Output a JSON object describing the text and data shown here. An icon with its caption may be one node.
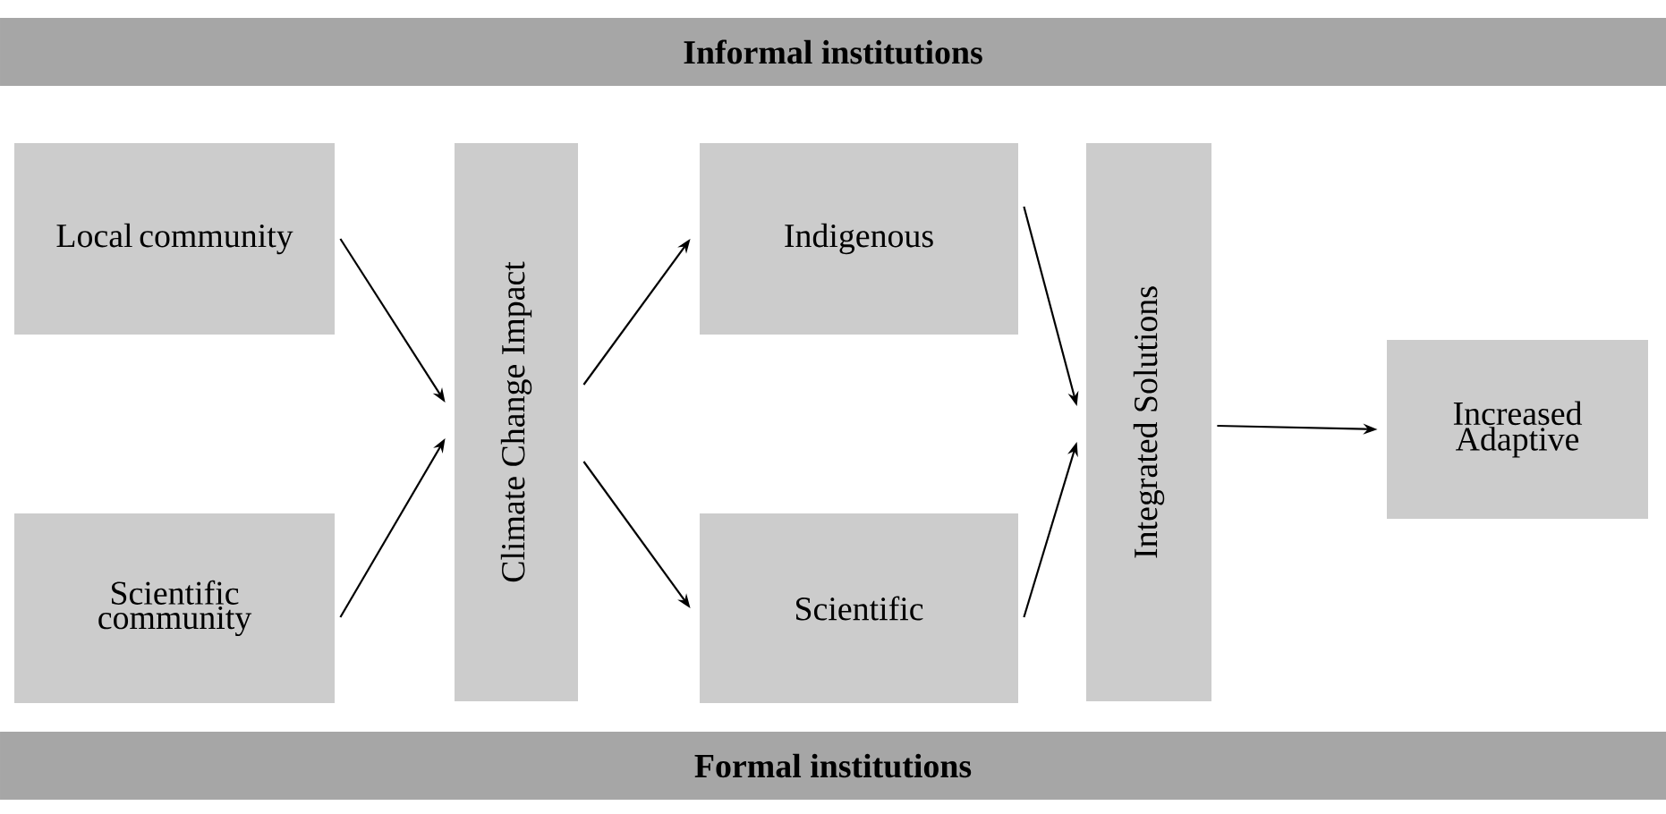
{
  "diagram": {
    "nodes": [
      {
        "text": [
          "Informal institutions"
        ]
      },
      {
        "text": [
          "Local community"
        ]
      },
      {
        "text": [
          "Scientific community"
        ]
      },
      {
        "text": [
          "Climate Change Impact"
        ]
      },
      {
        "text": [
          "Indigenous"
        ]
      },
      {
        "text": [
          "Scientific"
        ]
      },
      {
        "text": [
          "Integrated Solutions"
        ]
      },
      {
        "text": [
          "Increased Adaptive"
        ]
      },
      {
        "text": [
          "Formal institutions"
        ]
      }
    ],
    "edges": [
      {
        "from": 1,
        "to": 3,
        "arrow": "to"
      },
      {
        "from": 2,
        "to": 3,
        "arrow": "to"
      },
      {
        "from": 3,
        "to": 4,
        "arrow": "to"
      },
      {
        "from": 3,
        "to": 5,
        "arrow": "to"
      },
      {
        "from": 4,
        "to": 6,
        "arrow": "to"
      },
      {
        "from": 5,
        "to": 6,
        "arrow": "to"
      },
      {
        "from": 6,
        "to": 7,
        "arrow": "to"
      }
    ]
  }
}
